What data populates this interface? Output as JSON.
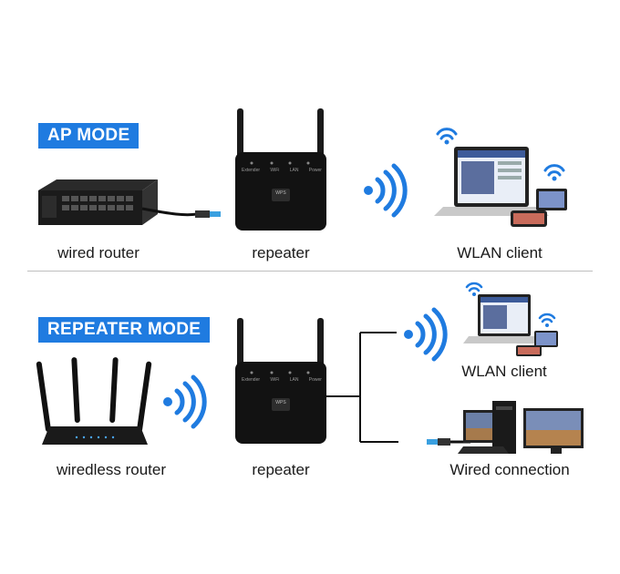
{
  "ap_mode": {
    "title": "AP MODE",
    "source_label": "wired router",
    "repeater_label": "repeater",
    "client_label": "WLAN client"
  },
  "repeater_mode": {
    "title": "REPEATER MODE",
    "source_label": "wiredless router",
    "repeater_label": "repeater",
    "wlan_client_label": "WLAN client",
    "wired_label": "Wired connection"
  },
  "device": {
    "led_labels": [
      "Extender",
      "WiFi",
      "LAN",
      "Power"
    ],
    "wps_label": "WPS"
  },
  "colors": {
    "accent": "#1f7be0",
    "device_body": "#111111",
    "signal": "#1f7be0"
  },
  "icons": [
    "wired-router-icon",
    "repeater-icon",
    "laptop-icon",
    "phone-icon",
    "tablet-icon",
    "wifi-signal-icon",
    "wifi-router-icon",
    "desktop-pc-icon",
    "monitor-icon",
    "ethernet-cable-icon"
  ]
}
